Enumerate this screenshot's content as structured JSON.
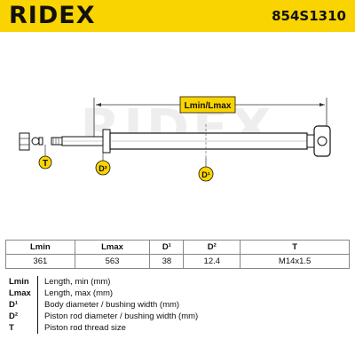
{
  "header": {
    "brand": "RIDEX",
    "part_number": "854S1310"
  },
  "drawing": {
    "dimension_label": "Lmin/Lmax",
    "callouts": {
      "T": "T",
      "D2": "D²",
      "D1": "D¹"
    },
    "watermark": "RIDEX",
    "colors": {
      "callout_fill": "#f9d400",
      "header_bg": "#f9d400"
    }
  },
  "specs": {
    "headers": [
      "Lmin",
      "Lmax",
      "D¹",
      "D²",
      "T"
    ],
    "values": [
      "361",
      "563",
      "38",
      "12.4",
      "M14x1.5"
    ]
  },
  "legend": [
    {
      "key": "Lmin",
      "desc": "Length, min (mm)"
    },
    {
      "key": "Lmax",
      "desc": "Length, max (mm)"
    },
    {
      "key": "D¹",
      "desc": "Body diameter / bushing width (mm)"
    },
    {
      "key": "D²",
      "desc": "Piston rod diameter / bushing width (mm)"
    },
    {
      "key": "T",
      "desc": "Piston rod thread size"
    }
  ]
}
